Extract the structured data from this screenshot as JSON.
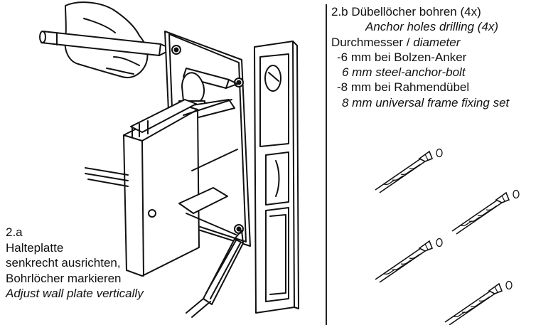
{
  "left": {
    "caption": {
      "step": "2.a",
      "line1": "Halteplatte",
      "line2": "senkrecht ausrichten,",
      "line3": "Bohrlöcher markieren",
      "line4_en": "Adjust wall plate vertically"
    }
  },
  "right": {
    "heading": "2.b Dübellöcher bohren (4x)",
    "heading_en": "Anchor holes drilling (4x)",
    "diameter_de": "Durchmesser / ",
    "diameter_en": "diameter",
    "option1_de": "-6 mm bei Bolzen-Anker",
    "option1_en": "6 mm steel-anchor-bolt",
    "option2_de": "-8 mm bei Rahmendübel",
    "option2_en": "8 mm universal frame fixing set"
  },
  "drill_count": 4
}
